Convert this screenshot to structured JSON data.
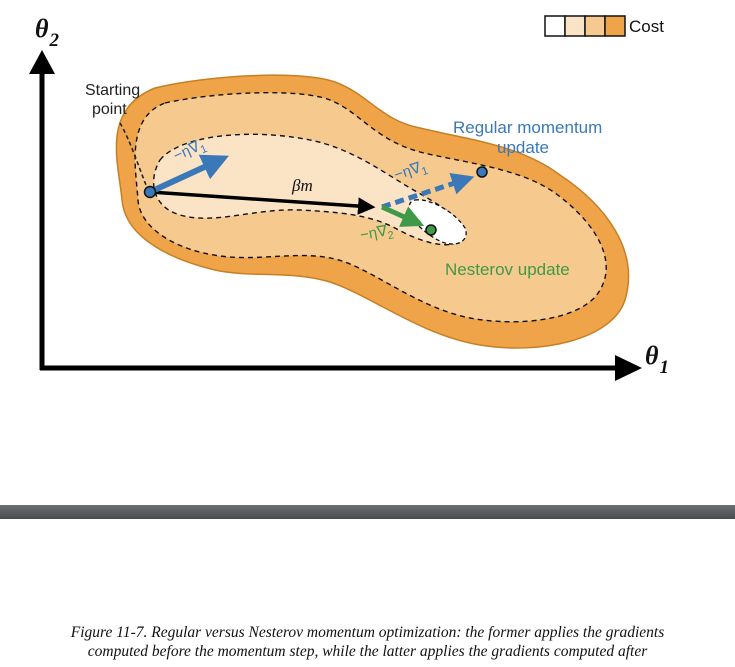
{
  "diagram": {
    "y_axis_label": "θ",
    "y_axis_sub": "2",
    "x_axis_label": "θ",
    "x_axis_sub": "1",
    "legend_label": "Cost",
    "start_label_line1": "Starting",
    "start_label_line2": "point",
    "beta_m_label": "βm",
    "grad1_left_label": "−η∇",
    "grad1_left_sub": "1",
    "grad1_right_label": "−η∇",
    "grad1_right_sub": "1",
    "grad2_label": "−η∇",
    "grad2_sub": "2",
    "regular_label_line1": "Regular momentum",
    "regular_label_line2": "update",
    "nesterov_label": "Nesterov update",
    "colors": {
      "outer_region": "#f0a44a",
      "middle_region": "#f6c98f",
      "inner_region": "#fbe4c6",
      "innermost_region": "#ffffff",
      "regular_blue": "#3a78b8",
      "nesterov_green": "#3e9a46",
      "axis": "#000000"
    }
  },
  "caption": {
    "line1": "Figure 11-7. Regular versus Nesterov momentum optimization: the former applies the gradients",
    "line2": "computed before the momentum step, while the latter applies the gradients computed after"
  }
}
